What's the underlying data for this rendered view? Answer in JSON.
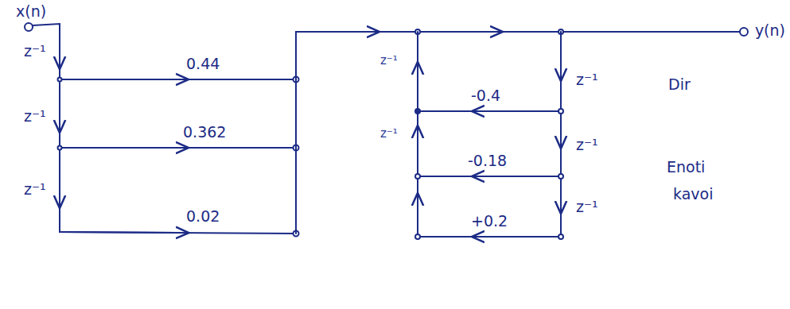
{
  "diagram": {
    "labels": [
      "x(n)",
      "y(n)",
      "z⁻¹",
      "z⁻¹",
      "z⁻¹",
      "0.44",
      "0.362",
      "0.02",
      "z⁻¹",
      "z⁻¹",
      "-0.4",
      "-0.18",
      "+0.2",
      "z⁻¹",
      "z⁻¹",
      "z⁻¹",
      "Dir",
      "Enoti",
      "kavoi"
    ]
  }
}
